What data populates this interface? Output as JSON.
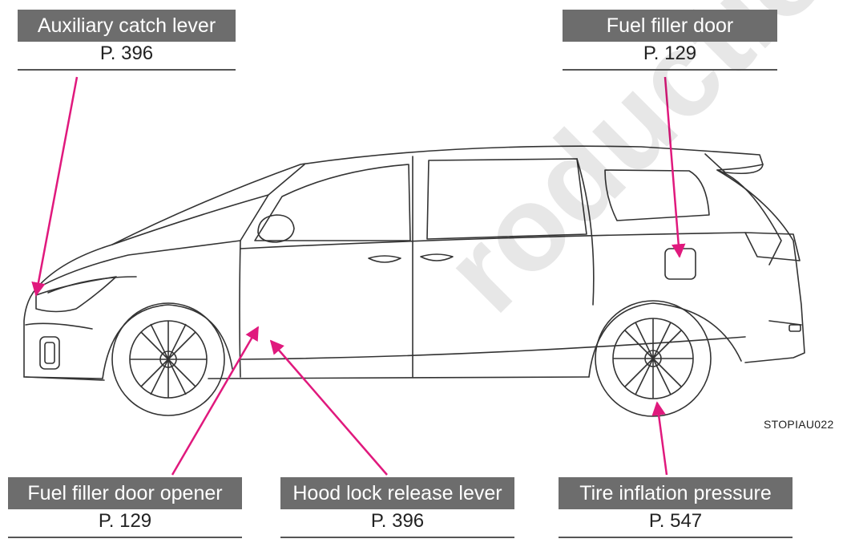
{
  "callouts": {
    "auxiliary_catch_lever": {
      "label": "Auxiliary catch lever",
      "page": "P. 396"
    },
    "fuel_filler_door": {
      "label": "Fuel filler door",
      "page": "P. 129"
    },
    "fuel_filler_door_opener": {
      "label": "Fuel filler door opener",
      "page": "P. 129"
    },
    "hood_lock_release_lever": {
      "label": "Hood lock release lever",
      "page": "P. 396"
    },
    "tire_inflation_pressure": {
      "label": "Tire inflation pressure",
      "page": "P. 547"
    }
  },
  "figure_code": "STOPIAU022",
  "watermark_text": "roductio",
  "colors": {
    "arrow": "#e0197d",
    "label_bg": "#6d6d6d",
    "label_text": "#ffffff",
    "line_art": "#333333"
  }
}
